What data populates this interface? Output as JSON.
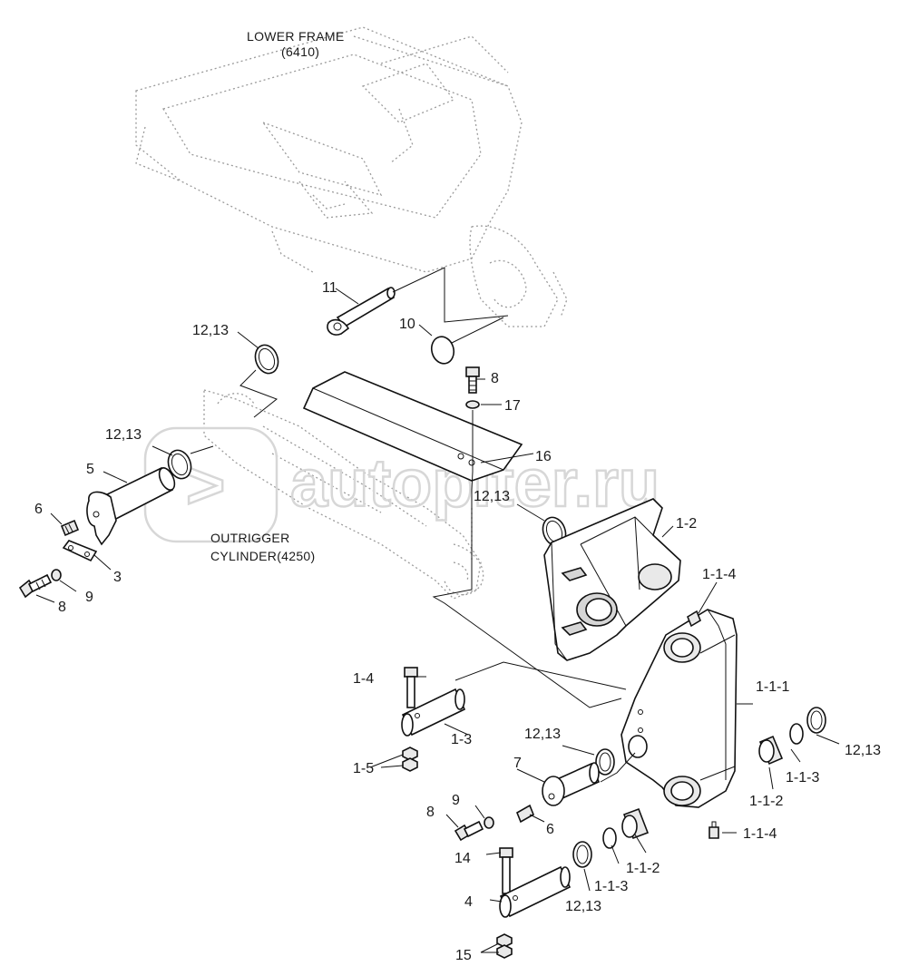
{
  "watermark": {
    "text": "autopiter.ru",
    "logo_glyph": ">"
  },
  "captions": {
    "lower_frame": {
      "line1": "LOWER FRAME",
      "line2": "(6410)"
    },
    "outrigger_cylinder": {
      "line1": "OUTRIGGER",
      "line2": "CYLINDER(4250)"
    }
  },
  "callouts": [
    {
      "id": "c11",
      "text": "11"
    },
    {
      "id": "c10",
      "text": "10"
    },
    {
      "id": "c1213_a",
      "text": "12,13"
    },
    {
      "id": "c8_a",
      "text": "8"
    },
    {
      "id": "c17",
      "text": "17"
    },
    {
      "id": "c1213_b",
      "text": "12,13"
    },
    {
      "id": "c16",
      "text": "16"
    },
    {
      "id": "c5",
      "text": "5"
    },
    {
      "id": "c6_a",
      "text": "6"
    },
    {
      "id": "c1213_c",
      "text": "12,13"
    },
    {
      "id": "c12",
      "text": "1-2"
    },
    {
      "id": "c3",
      "text": "3"
    },
    {
      "id": "c9_a",
      "text": "9"
    },
    {
      "id": "c8_b",
      "text": "8"
    },
    {
      "id": "c114_a",
      "text": "1-1-4"
    },
    {
      "id": "c14",
      "text": "1-4"
    },
    {
      "id": "c111",
      "text": "1-1-1"
    },
    {
      "id": "c13",
      "text": "1-3"
    },
    {
      "id": "c1213_d",
      "text": "12,13"
    },
    {
      "id": "c1213_e",
      "text": "12,13"
    },
    {
      "id": "c15",
      "text": "1-5"
    },
    {
      "id": "c7",
      "text": "7"
    },
    {
      "id": "c113_a",
      "text": "1-1-3"
    },
    {
      "id": "c112_a",
      "text": "1-1-2"
    },
    {
      "id": "c9_b",
      "text": "9"
    },
    {
      "id": "c8_c",
      "text": "8"
    },
    {
      "id": "c6_b",
      "text": "6"
    },
    {
      "id": "c114_b",
      "text": "1-1-4"
    },
    {
      "id": "c14b",
      "text": "14"
    },
    {
      "id": "c112_b",
      "text": "1-1-2"
    },
    {
      "id": "c113_b",
      "text": "1-1-3"
    },
    {
      "id": "c4",
      "text": "4"
    },
    {
      "id": "c1213_f",
      "text": "12,13"
    },
    {
      "id": "c15b",
      "text": "15"
    }
  ]
}
